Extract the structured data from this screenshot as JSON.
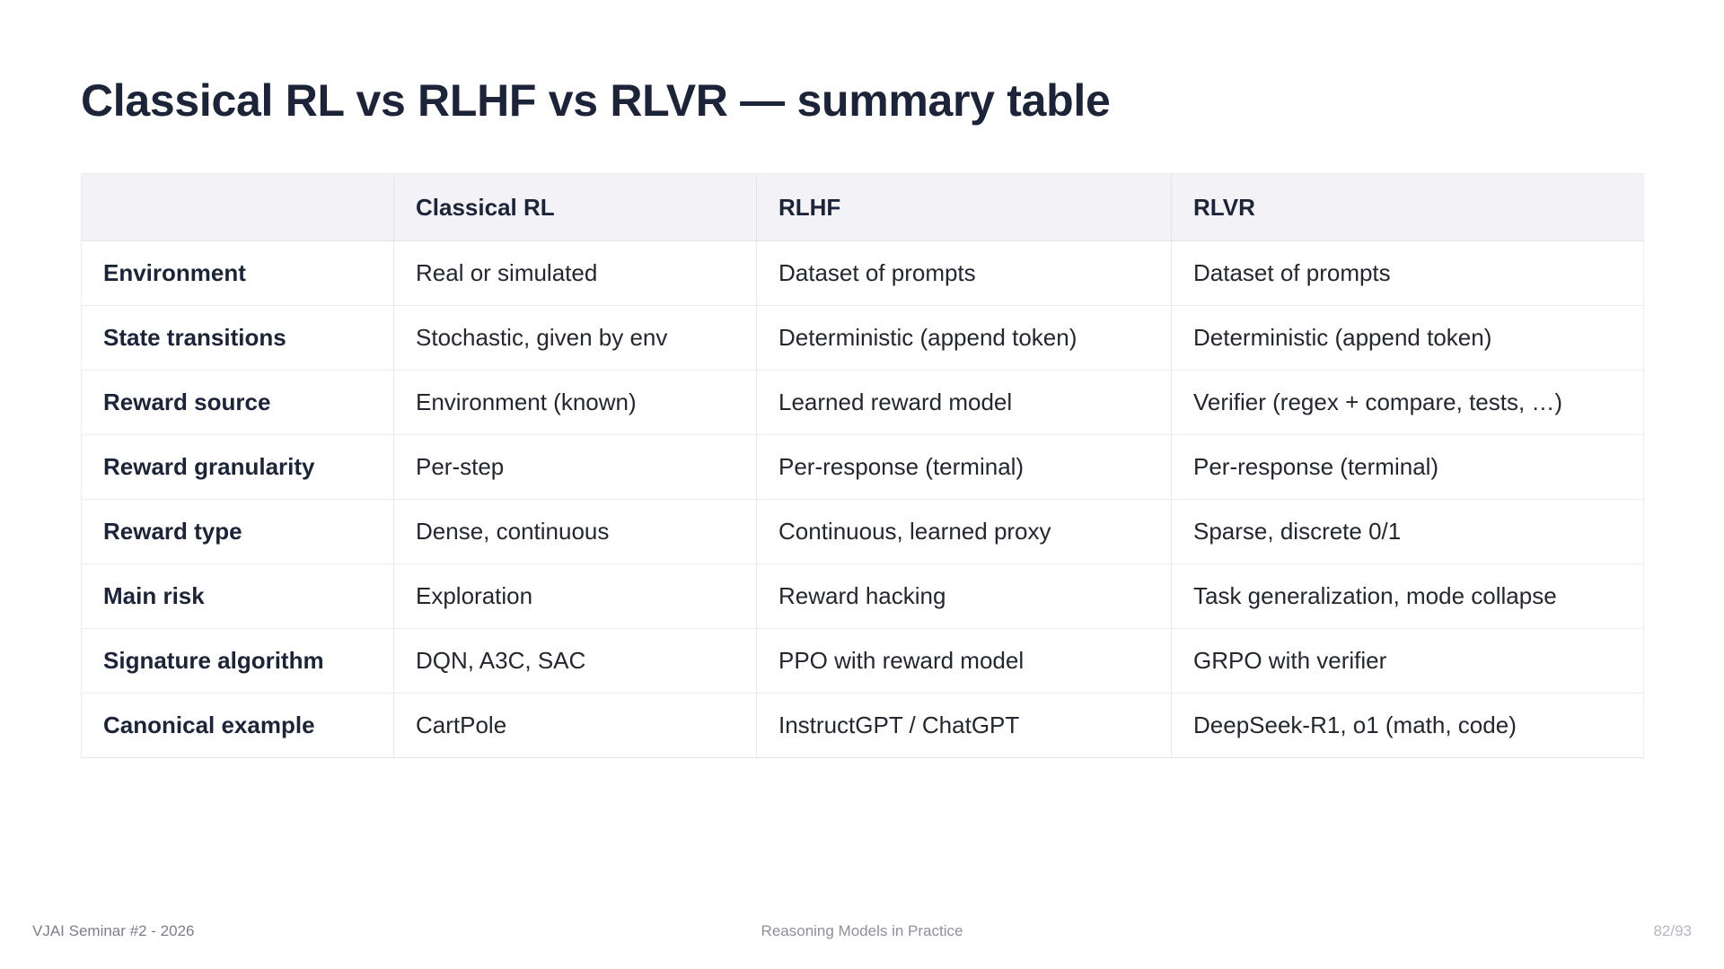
{
  "slide": {
    "title": "Classical RL vs RLHF vs RLVR — summary table",
    "title_color": "#1b2438",
    "background_color": "#ffffff"
  },
  "table": {
    "header_background": "#f3f3f7",
    "border_color": "#e8e8ee",
    "columns": [
      "",
      "Classical RL",
      "RLHF",
      "RLVR"
    ],
    "rows": [
      {
        "label": "Environment",
        "classical_rl": "Real or simulated",
        "rlhf": "Dataset of prompts",
        "rlvr": "Dataset of prompts"
      },
      {
        "label": "State transitions",
        "classical_rl": "Stochastic, given by env",
        "rlhf": "Deterministic (append token)",
        "rlvr": "Deterministic (append token)"
      },
      {
        "label": "Reward source",
        "classical_rl": "Environment (known)",
        "rlhf": "Learned reward model",
        "rlvr": "Verifier (regex + compare, tests, …)"
      },
      {
        "label": "Reward granularity",
        "classical_rl": "Per-step",
        "rlhf": "Per-response (terminal)",
        "rlvr": "Per-response (terminal)"
      },
      {
        "label": "Reward type",
        "classical_rl": "Dense, continuous",
        "rlhf": "Continuous, learned proxy",
        "rlvr": "Sparse, discrete 0/1"
      },
      {
        "label": "Main risk",
        "classical_rl": "Exploration",
        "rlhf": "Reward hacking",
        "rlvr": "Task generalization, mode collapse"
      },
      {
        "label": "Signature algorithm",
        "classical_rl": "DQN, A3C, SAC",
        "rlhf": "PPO with reward model",
        "rlvr": "GRPO with verifier"
      },
      {
        "label": "Canonical example",
        "classical_rl": "CartPole",
        "rlhf": "InstructGPT / ChatGPT",
        "rlvr": "DeepSeek-R1, o1 (math, code)"
      }
    ]
  },
  "footer": {
    "left": "VJAI Seminar #2 - 2026",
    "center": "Reasoning Models in Practice",
    "right": "82/93"
  }
}
